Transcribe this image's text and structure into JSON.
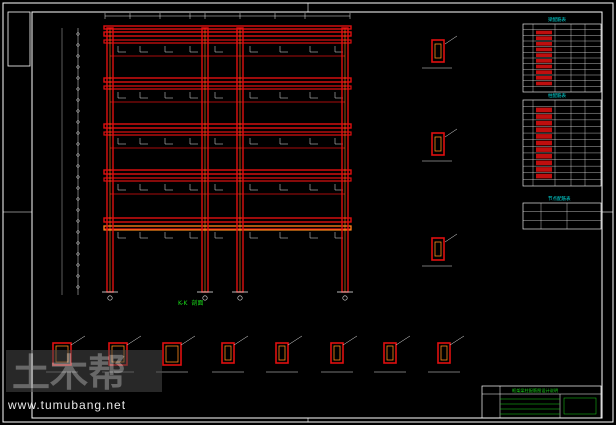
{
  "drawing": {
    "frame_title": "K-K",
    "frame_title_suffix": "剖面",
    "colors": {
      "background": "#000000",
      "frame": "#ffffff",
      "beam_red": "#e01010",
      "beam_orange": "#ff8a1a",
      "dim_white": "#e6e6e6",
      "cyan": "#00e5e5",
      "green": "#19d919",
      "yellow": "#f0f020"
    },
    "tables": [
      {
        "title": "梁配筋表"
      },
      {
        "title": "柱配筋表"
      },
      {
        "title": "节点配筋表"
      }
    ],
    "title_block": {
      "title": "框架梁柱配筋图设计说明"
    }
  },
  "watermark": {
    "text": "www.tumubang.net",
    "logo_text": "土木帮"
  }
}
